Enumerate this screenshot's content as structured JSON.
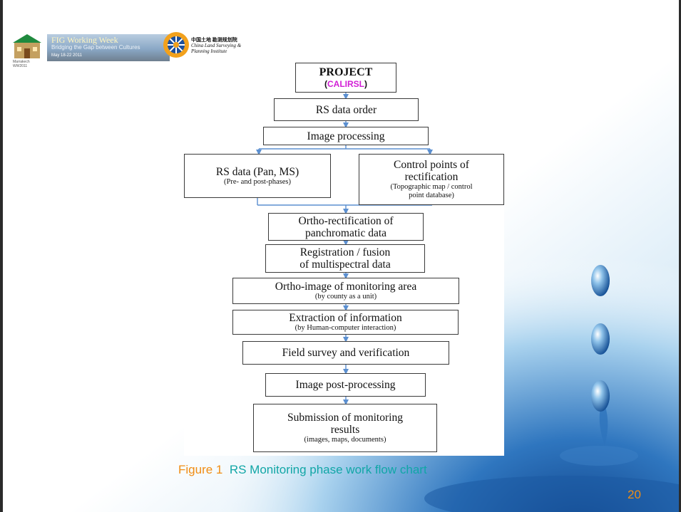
{
  "header": {
    "fig_title": "FIG Working Week",
    "fig_subtitle": "Bridging the Gap between Cultures",
    "fig_dates": "May 18-22 2011",
    "fig_location": "Marrakech WW2011",
    "cls_chinese": "中国土地 勘测规划院",
    "cls_english": "China Land Surveying & Planning Institute"
  },
  "flowchart": {
    "project_title": "PROJECT",
    "project_open": "(",
    "project_acronym": "CALIRSL",
    "project_close": ")",
    "rs_data_order": "RS data order",
    "image_processing": "Image processing",
    "rs_data_main": "RS data (Pan, MS)",
    "rs_data_sub": "(Pre- and post-phases)",
    "control_main_1": "Control points of",
    "control_main_2": "rectification",
    "control_sub_1": "(Topographic map / control",
    "control_sub_2": "point database)",
    "ortho_rect_1": "Ortho-rectification of",
    "ortho_rect_2": "panchromatic data",
    "registration_1": "Registration / fusion",
    "registration_2": "of multispectral data",
    "ortho_image_main": "Ortho-image of monitoring area",
    "ortho_image_sub": "(by county as a unit)",
    "extraction_main": "Extraction of information",
    "extraction_sub": "(by Human-computer interaction)",
    "field_survey": "Field survey and verification",
    "post_processing": "Image post-processing",
    "submission_1": "Submission of monitoring",
    "submission_2": "results",
    "submission_sub": "(images, maps, documents)"
  },
  "caption": {
    "figure_num": "Figure 1",
    "figure_text": "RS Monitoring phase work flow chart"
  },
  "page_number": "20",
  "colors": {
    "arrow": "#5b8fd0",
    "caption_num": "#f08d14",
    "caption_text": "#11a6a6",
    "acronym": "#d21fd6"
  }
}
